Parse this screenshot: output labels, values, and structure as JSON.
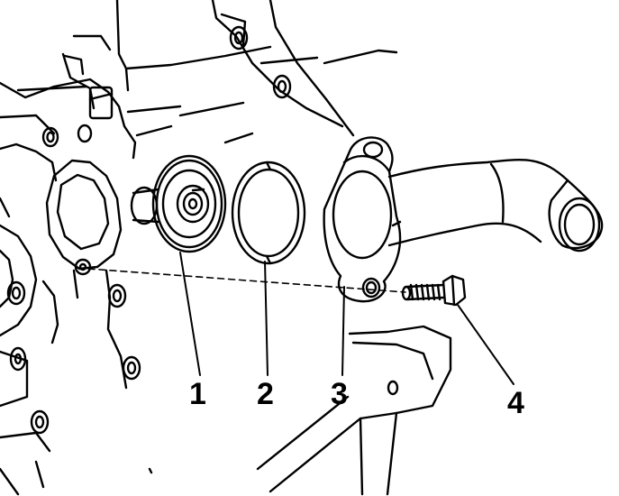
{
  "diagram": {
    "style": "black line-art exploded assembly drawing",
    "stroke_color": "#000000",
    "background_color": "#ffffff",
    "callouts": [
      {
        "id": "1",
        "label": "1"
      },
      {
        "id": "2",
        "label": "2"
      },
      {
        "id": "3",
        "label": "3"
      },
      {
        "id": "4",
        "label": "4"
      }
    ]
  }
}
